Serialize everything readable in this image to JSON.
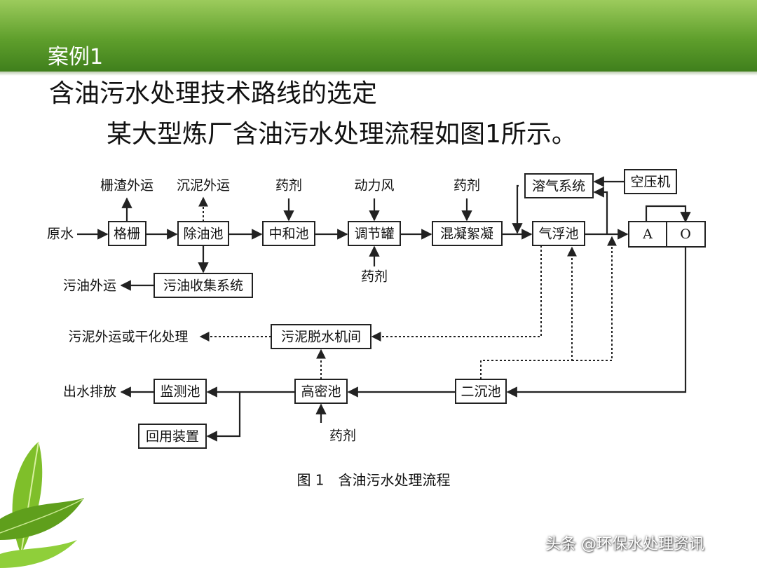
{
  "slide": {
    "case_label": "案例1",
    "title": "含油污水处理技术路线的选定",
    "subtitle": "某大型炼厂含油污水处理流程如图1所示。",
    "watermark": "头条 @环保水处理资讯"
  },
  "diagram": {
    "caption": "图 1　含油污水处理流程",
    "boxes": {
      "grille": "格栅",
      "oil_removal": "除油池",
      "neutralization": "中和池",
      "regulating": "调节罐",
      "coagulation": "混凝絮凝",
      "air_flotation": "气浮池",
      "dissolved_air": "溶气系统",
      "compressor": "空压机",
      "a_tank": "A",
      "o_tank": "O",
      "oil_collection": "污油收集系统",
      "sludge_dewatering": "污泥脱水机间",
      "secondary_clarifier": "二沉池",
      "high_density": "高密池",
      "monitoring": "监测池",
      "reuse": "回用装置"
    },
    "labels": {
      "raw_water": "原水",
      "screenings_out": "栅渣外运",
      "sludge_out": "沉泥外运",
      "chemical_1": "药剂",
      "power_air": "动力风",
      "chemical_2": "药剂",
      "chemical_3": "药剂",
      "waste_oil_out": "污油外运",
      "sludge_disposal": "污泥外运或干化处理",
      "effluent": "出水排放",
      "chemical_4": "药剂"
    }
  }
}
